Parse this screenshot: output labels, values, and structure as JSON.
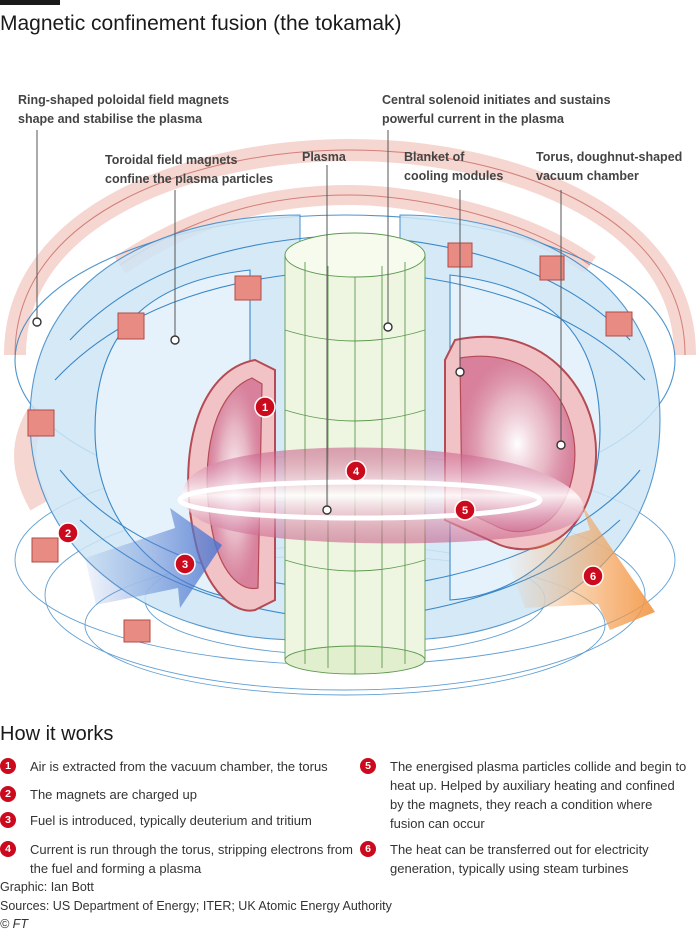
{
  "title": "Magnetic confinement fusion (the tokamak)",
  "labels": {
    "poloidal": [
      "Ring-shaped poloidal field magnets",
      "shape and stabilise the plasma"
    ],
    "solenoid": [
      "Central solenoid initiates and sustains",
      "powerful current in the plasma"
    ],
    "toroidal": [
      "Toroidal field magnets",
      "confine the plasma particles"
    ],
    "plasma": [
      "Plasma"
    ],
    "blanket": [
      "Blanket of",
      "cooling modules"
    ],
    "torus": [
      "Torus, doughnut-shaped",
      "vacuum chamber"
    ]
  },
  "how_it_works": {
    "heading": "How it works",
    "steps": [
      {
        "num": "1",
        "text": "Air is extracted from the vacuum chamber, the torus"
      },
      {
        "num": "2",
        "text": "The magnets are charged up"
      },
      {
        "num": "3",
        "text": "Fuel is introduced, typically deuterium and tritium"
      },
      {
        "num": "4",
        "text": "Current is run through the torus, stripping electrons from the fuel and forming a plasma"
      },
      {
        "num": "5",
        "text": "The energised plasma particles collide and begin to heat up. Helped by auxiliary heating and confined by the magnets, they reach a condition where fusion can occur"
      },
      {
        "num": "6",
        "text": "The heat can be transferred out for electricity generation, typically using steam turbines"
      }
    ]
  },
  "credits": {
    "graphic": "Graphic: Ian Bott",
    "sources": "Sources: US Department of Energy; ITER; UK Atomic Energy Authority",
    "copyright": "© FT"
  },
  "colors": {
    "accent_red": "#cc0a1e",
    "magnet_pink": "#f6d6d0",
    "coil_blue": "#cfe6f5",
    "outline_blue": "#3a88c8",
    "plasma_red": "#c24a5c",
    "heat_orange": "#f39a4a",
    "fuel_blue": "#6b8fd6"
  }
}
